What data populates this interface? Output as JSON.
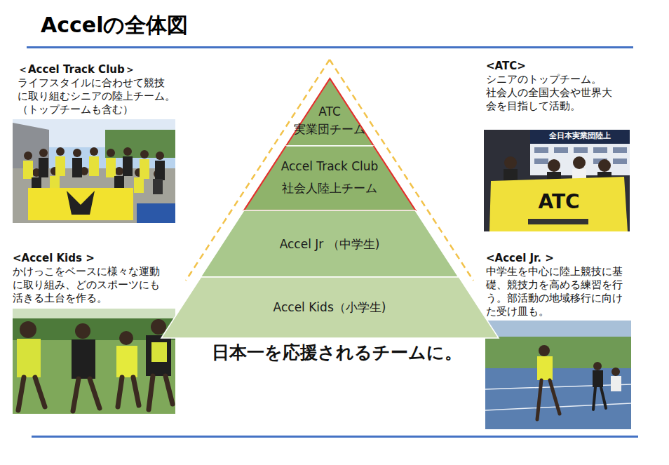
{
  "diagram": {
    "title": "Accelの全体図",
    "nodes": [
      {
        "text": [
          "ATC 実業団チーム"
        ]
      },
      {
        "text": [
          "Accel Track Club 社会人陸上チーム"
        ]
      },
      {
        "text": [
          "Accel Jr （中学生)"
        ]
      },
      {
        "text": [
          "Accel Kids（小学生)"
        ]
      }
    ],
    "labels": [
      "＜Accel Track Club＞",
      "ライフスタイルに合わせて競技 に取り組むシニアの陸上チーム。 （トップチームも含む）",
      "<ATC>",
      "シニアのトップチーム。 社会人の全国大会や世界大 会を目指して活動。",
      "<Accel Kids >",
      "かけっこをベースに様々な運動 に取り組み、どのスポーツにも 活きる土台を作る。",
      "<Accel Jr. >",
      "中学生を中心に陸上競技に基 礎、競技力を高める練習を行 う。部活動の地域移行に向け た受け皿も。",
      "日本一を応援されるチームに。",
      "全日本実業団陸上",
      "ATC"
    ]
  }
}
